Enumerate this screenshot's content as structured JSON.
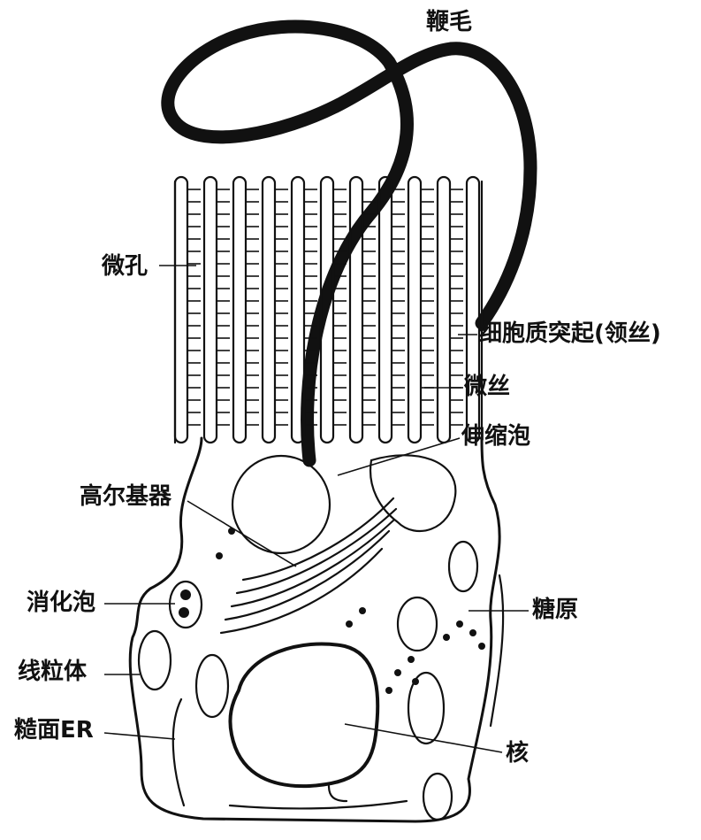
{
  "labels": {
    "flagellum": "鞭毛",
    "micropore": "微孔",
    "collar": "细胞质突起(领丝)",
    "microfilament": "微丝",
    "contractile_vacuole": "伸缩泡",
    "golgi": "高尔基器",
    "glycogen": "糖原",
    "digestive_vacuole": "消化泡",
    "mitochondria": "线粒体",
    "rough_er": "糙面ER",
    "nucleus": "核"
  }
}
